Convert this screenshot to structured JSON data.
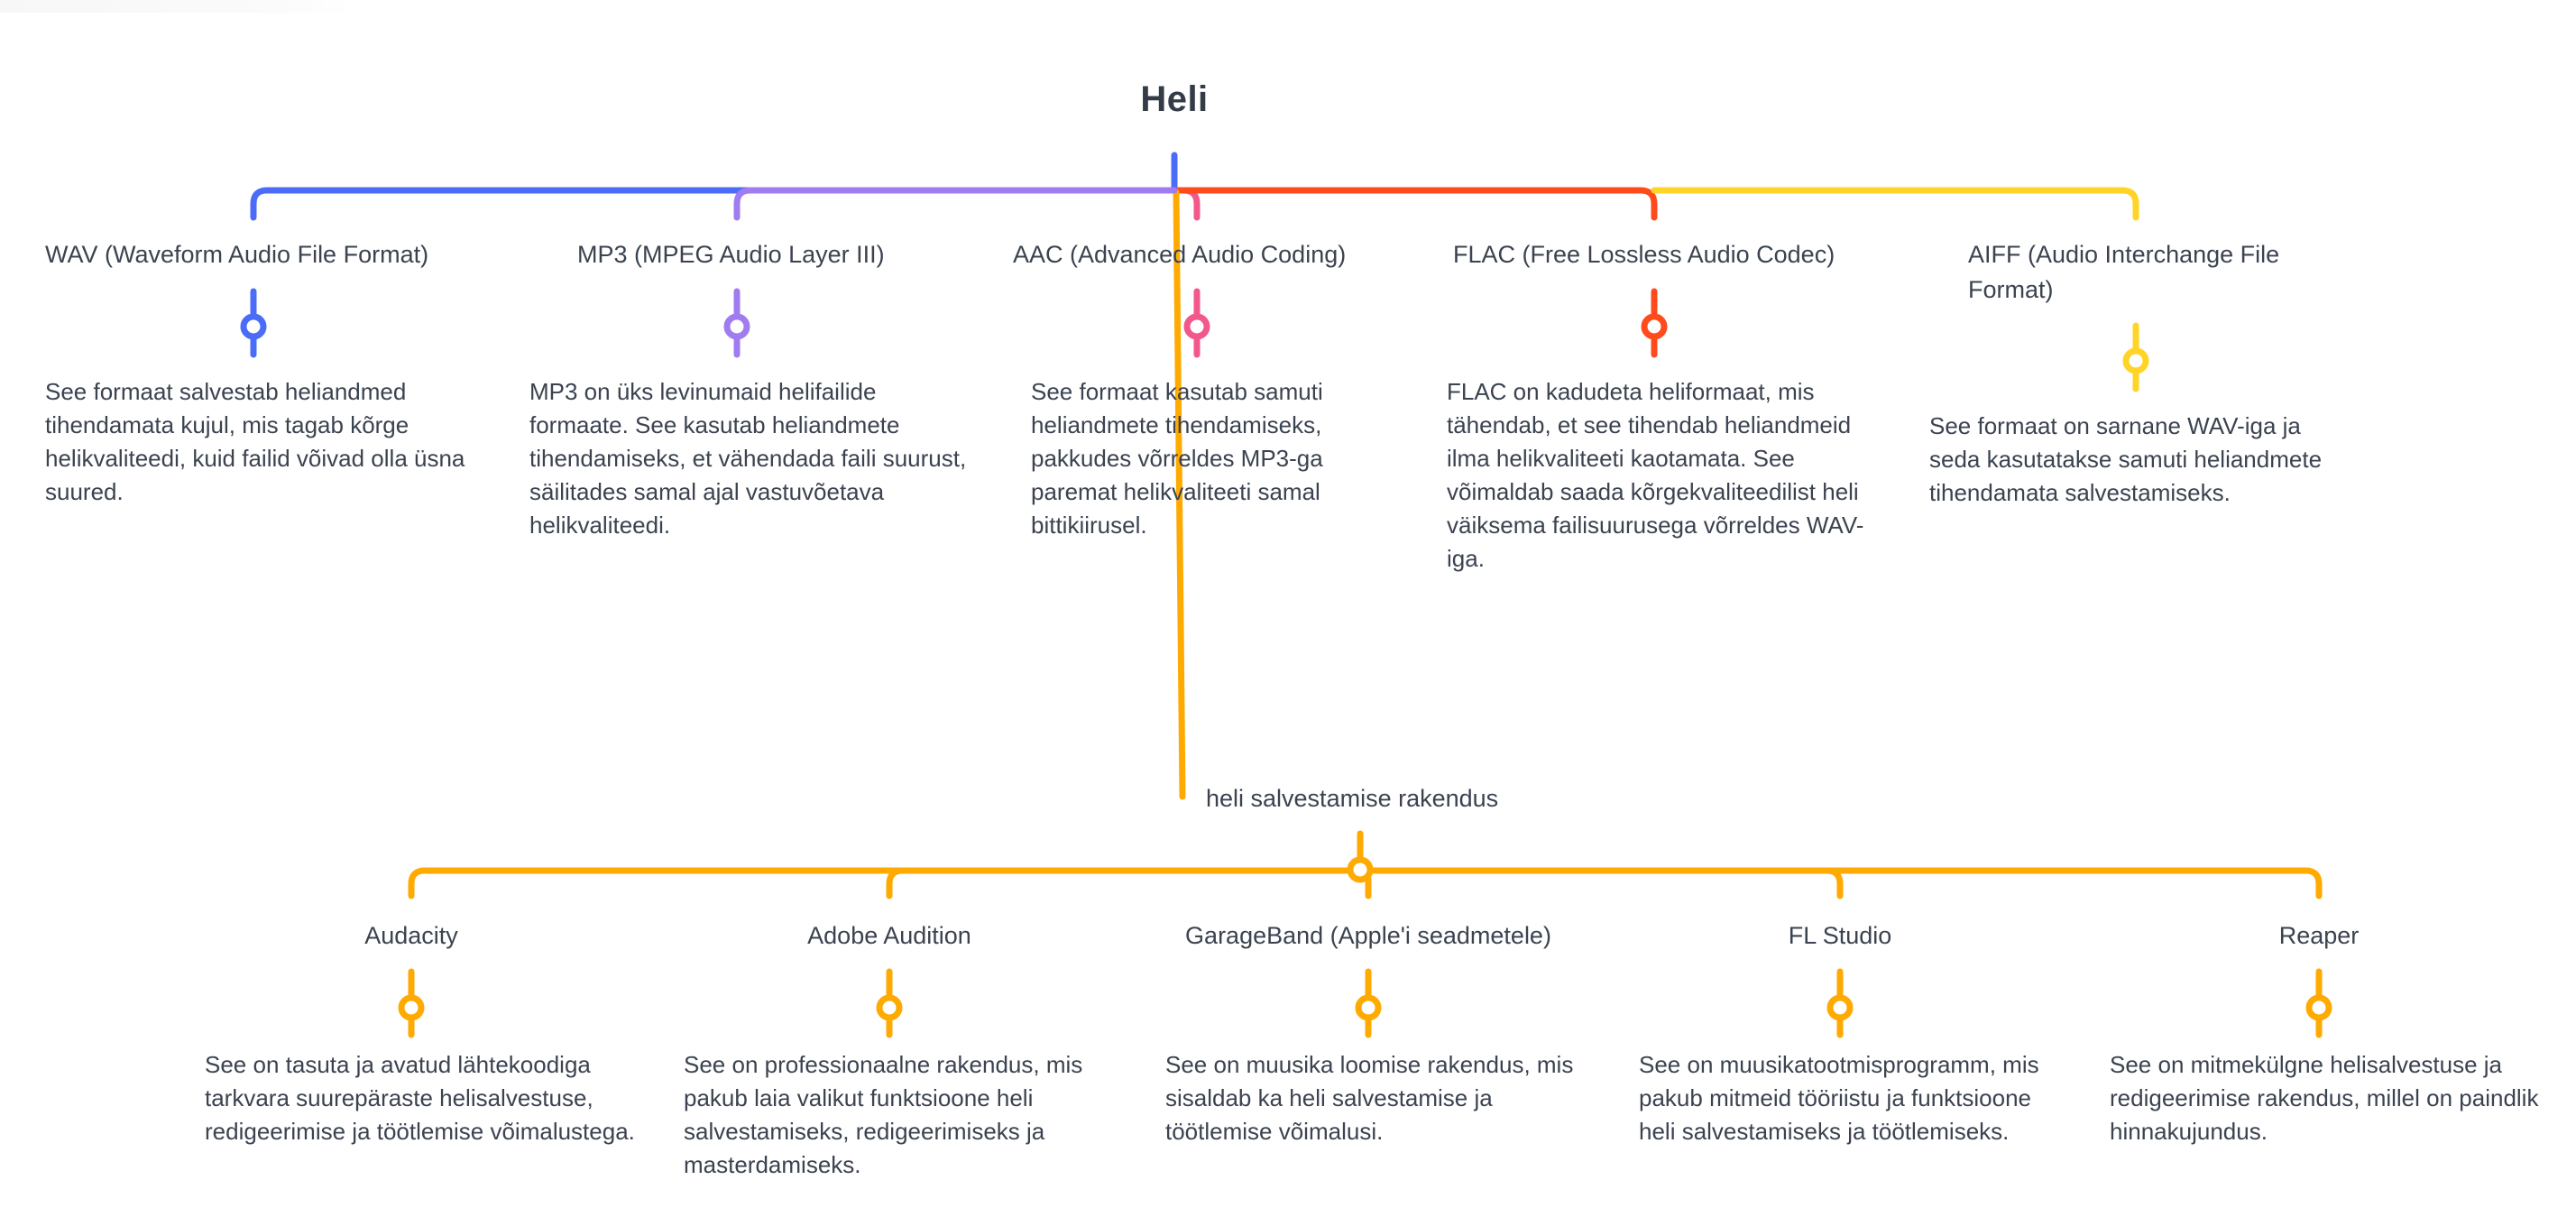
{
  "root": {
    "title": "Heli",
    "color": "#4A6CF7"
  },
  "formats": [
    {
      "title": "WAV (Waveform Audio File Format)",
      "description": "See formaat salvestab heliandmed tihendamata kujul, mis tagab kõrge helikvaliteedi, kuid failid võivad olla üsna suured.",
      "color": "#4A6CF7"
    },
    {
      "title": "MP3 (MPEG Audio Layer III)",
      "description": "MP3 on üks levinumaid helifailide formaate. See kasutab heliandmete tihendamiseks, et vähendada faili suurust, säilitades samal ajal vastuvõetava helikvaliteedi.",
      "color": "#A07CF0"
    },
    {
      "title": "AAC (Advanced Audio Coding)",
      "description": "See formaat kasutab samuti heliandmete tihendamiseks, pakkudes võrreldes MP3-ga paremat helikvaliteeti samal bittikiirusel.",
      "color": "#F2588C"
    },
    {
      "title": "FLAC (Free Lossless Audio Codec)",
      "description": "FLAC on kadudeta heliformaat, mis tähendab, et see tihendab heliandmeid ilma helikvaliteeti kaotamata. See võimaldab saada kõrgekvaliteedilist heli väiksema failisuurusega võrreldes WAV-iga.",
      "color": "#FF4A1C"
    },
    {
      "title": "AIFF (Audio Interchange File Format)",
      "description": "See formaat on sarnane WAV-iga ja seda kasutatakse samuti heliandmete tihendamata salvestamiseks.",
      "color": "#FFD426"
    }
  ],
  "apps_branch": {
    "title": "heli salvestamise rakendus",
    "color": "#FFAA00",
    "apps": [
      {
        "title": "Audacity",
        "description": "See on tasuta ja avatud lähtekoodiga tarkvara suurepäraste helisalvestuse, redigeerimise ja töötlemise võimalustega."
      },
      {
        "title": "Adobe Audition",
        "description": "See on professionaalne rakendus, mis pakub laia valikut funktsioone heli salvestamiseks, redigeerimiseks ja masterdamiseks."
      },
      {
        "title": "GarageBand (Apple'i seadmetele)",
        "description": "See on muusika loomise rakendus, mis sisaldab ka heli salvestamise ja töötlemise võimalusi."
      },
      {
        "title": "FL Studio",
        "description": "See on muusikatootmisprogramm, mis pakub mitmeid tööriistu ja funktsioone heli salvestamiseks ja töötlemiseks."
      },
      {
        "title": "Reaper",
        "description": "See on mitmekülgne helisalvestuse ja redigeerimise rakendus, millel on paindlik hinnakujundus."
      }
    ]
  }
}
